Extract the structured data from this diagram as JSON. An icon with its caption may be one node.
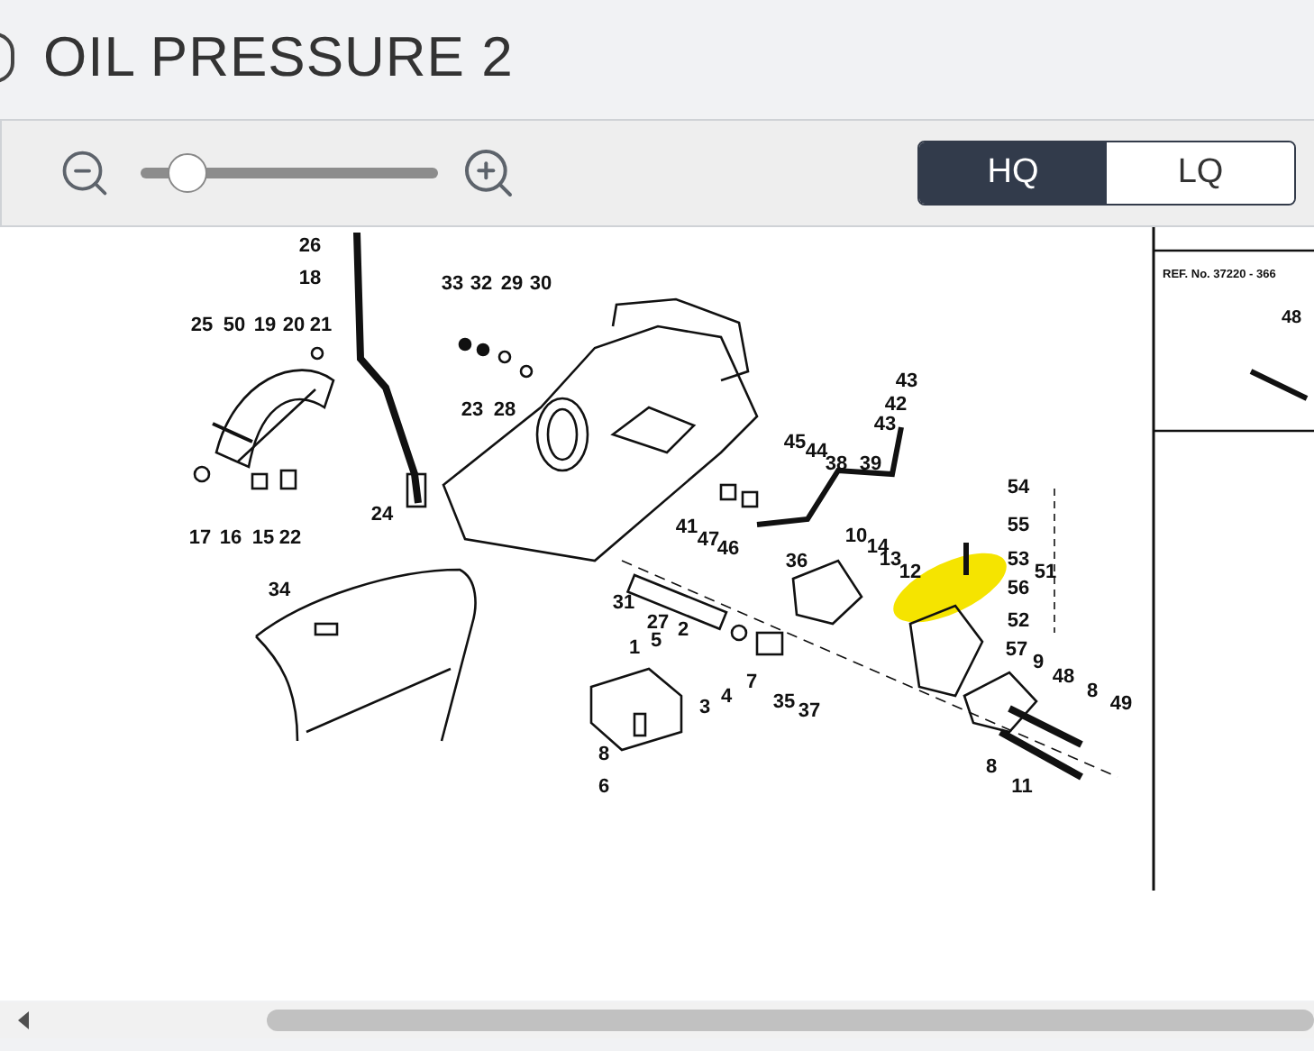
{
  "diagram": {
    "title": "OIL PRESSURE 2",
    "labels": [
      "HQ",
      "LQ",
      "26",
      "18",
      "33",
      "32",
      "29",
      "30",
      "25",
      "50",
      "19",
      "20",
      "21",
      "23",
      "28",
      "43",
      "42",
      "43",
      "45",
      "44",
      "38",
      "39",
      "17",
      "16",
      "15",
      "22",
      "24",
      "41",
      "47",
      "46",
      "36",
      "10",
      "14",
      "13",
      "12",
      "54",
      "55",
      "53",
      "56",
      "51",
      "52",
      "57",
      "9",
      "48",
      "8",
      "49",
      "34",
      "31",
      "27",
      "2",
      "5",
      "1",
      "3",
      "4",
      "7",
      "35",
      "37",
      "8",
      "11",
      "8",
      "6",
      "REF. No. 37220 - 366",
      "48"
    ]
  }
}
